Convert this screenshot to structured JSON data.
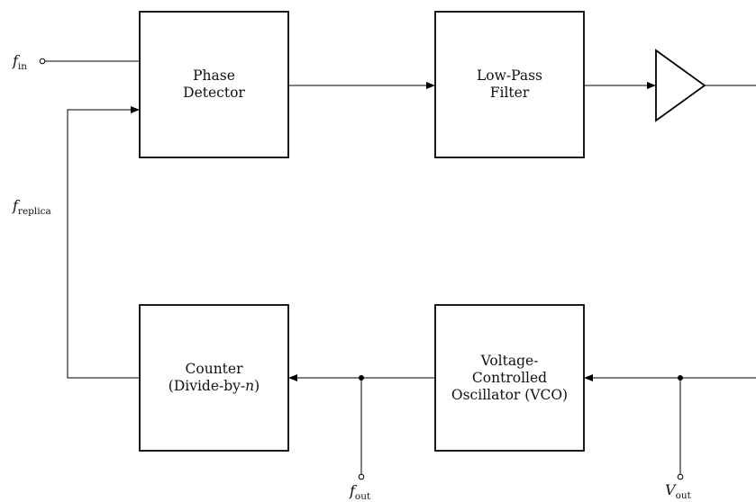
{
  "blocks": {
    "phase_detector": {
      "line1": "Phase",
      "line2": "Detector"
    },
    "low_pass_filter": {
      "line1": "Low-Pass",
      "line2": "Filter"
    },
    "vco": {
      "line1": "Voltage-",
      "line2": "Controlled",
      "line3": "Oscillator (VCO)"
    },
    "counter": {
      "line1": "Counter",
      "line2_pre": "(Divide-by-",
      "line2_var": "n",
      "line2_post": ")"
    }
  },
  "signals": {
    "f_in": {
      "sym": "f",
      "sub": "in"
    },
    "f_replica": {
      "sym": "f",
      "sub": "replica"
    },
    "f_out": {
      "sym": "f",
      "sub": "out"
    },
    "v_out": {
      "sym": "V",
      "sub": "out"
    }
  }
}
